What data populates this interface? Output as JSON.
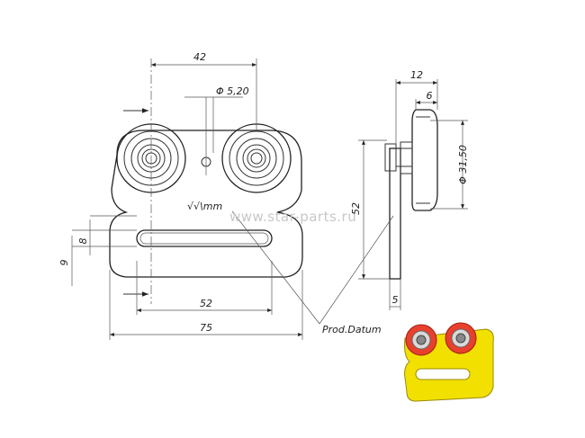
{
  "dimensions": {
    "d42": "42",
    "d_phi_520": "Φ 5,20",
    "d8": "8",
    "d9": "9",
    "d52_bottom": "52",
    "d75": "75",
    "d12": "12",
    "d6": "6",
    "d_phi_3150": "Φ 31,50",
    "d52_side": "52",
    "d5": "5"
  },
  "labels": {
    "surface_symbol": "√√\\mm",
    "prod_datum": "Prod.Datum"
  },
  "watermark": "www.star-parts.ru",
  "colors": {
    "line": "#333333",
    "render_plate": "#f2e000",
    "render_wheel": "#e8402e",
    "render_bearing": "#d9d9d9"
  }
}
